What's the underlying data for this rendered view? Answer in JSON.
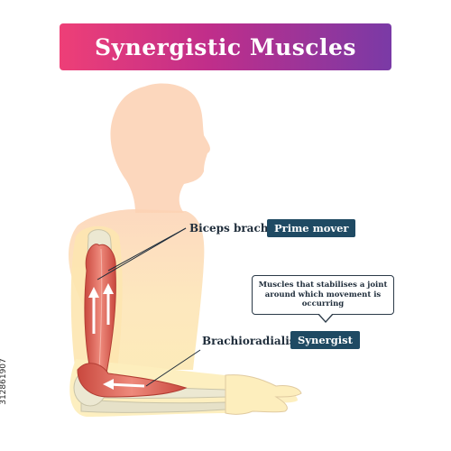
{
  "title": "Synergistic Muscles",
  "labels": {
    "biceps_name": "Biceps brachii",
    "biceps_role": "Prime mover",
    "brachio_name": "Brachioradialis",
    "brachio_role": "Synergist",
    "callout_text": "Muscles that stabilises a joint around which movement is occurring"
  },
  "side_caption": "312861907",
  "colors": {
    "banner_start": "#ee3f77",
    "banner_end": "#7a3aa6",
    "tag_bg": "#1f4a63",
    "body_silhouette": "#fbd9b5",
    "muscle": "#e3675b",
    "bone": "#eae6cf"
  }
}
